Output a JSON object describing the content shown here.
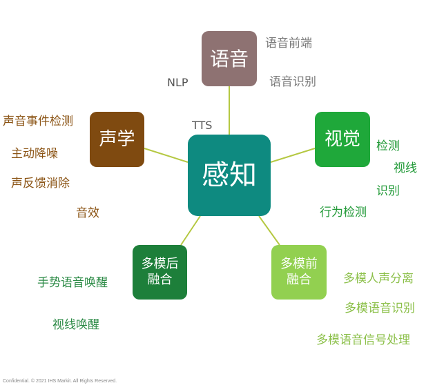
{
  "center": {
    "label": "感知"
  },
  "nodes": {
    "voice": {
      "label": "语音",
      "items": [
        "语音前端",
        "语音识别"
      ]
    },
    "vision": {
      "label": "视觉",
      "items": [
        "检测",
        "视线",
        "识别",
        "行为检测"
      ]
    },
    "acoustic": {
      "label": "声学",
      "items": [
        "声音事件检测",
        "主动降噪",
        "声反馈消除",
        "音效"
      ]
    },
    "late_fusion": {
      "label": "多模后融合",
      "items": [
        "手势语音唤醒",
        "视线唤醒"
      ]
    },
    "early_fusion": {
      "label": "多模前融合",
      "items": [
        "多模人声分离",
        "多模语音识别",
        "多模语音信号处理"
      ]
    }
  },
  "side_labels": [
    "NLP",
    "TTS"
  ],
  "footer": "Confidential. © 2021 IHS Markit. All Rights Reserved.",
  "colors": {
    "center": "#0e8a80",
    "voice": "#8e7272",
    "vision": "#1fa83a",
    "acoustic": "#7f4a10",
    "late_fusion": "#1d7f3a",
    "early_fusion": "#92d050",
    "link": "#b5c842"
  }
}
